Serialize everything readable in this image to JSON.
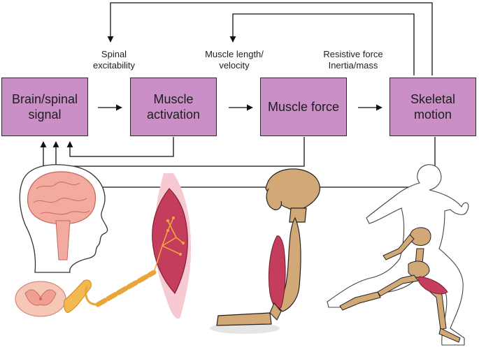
{
  "boxes": {
    "brain": "Brain/spinal signal",
    "activation": "Muscle activation",
    "force": "Muscle force",
    "motion": "Skeletal motion"
  },
  "labels": {
    "spinal_1": "Spinal",
    "spinal_2": "excitability",
    "length_1": "Muscle length/",
    "length_2": "velocity",
    "resist_1": "Resistive force",
    "resist_2": "Inertia/mass"
  },
  "colors": {
    "box_fill": "#c98fc6",
    "muscle": "#c43d5c",
    "bone": "#d2a877",
    "nerve": "#e8a53a",
    "brain": "#f3aa9f"
  },
  "illustrations": [
    "head-with-brain",
    "spinal-cord-section",
    "nerve-to-muscle",
    "leg-skeleton-with-muscle",
    "running-figure-with-skeleton"
  ]
}
